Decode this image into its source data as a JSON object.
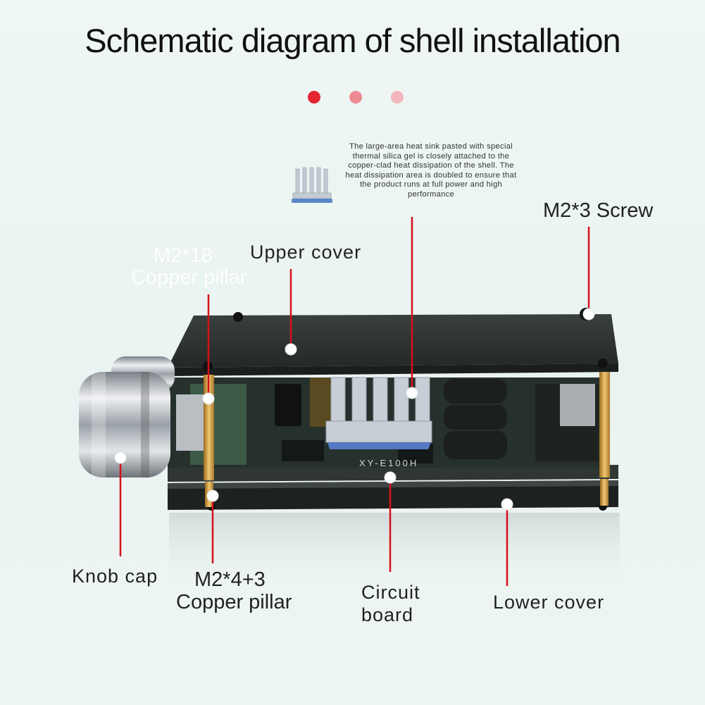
{
  "title": "Schematic diagram of shell installation",
  "dots": [
    "#e4242f",
    "#ee8a93",
    "#f3b7bd"
  ],
  "heat_sink_note": "The large-area heat sink pasted with special thermal silica gel is closely attached to the copper-clad heat dissipation of the shell. The heat dissipation area is doubled to ensure that the product runs at full power and high performance",
  "labels": {
    "m2_3_screw": "M2*3 Screw",
    "upper_cover": "Upper cover",
    "m2_18_pillar_line1": "M2*18",
    "m2_18_pillar_line2": "Copper pillar",
    "knob_cap": "Knob cap",
    "m2_4_3_pillar_line1": "M2*4+3",
    "m2_4_3_pillar_line2": "Copper pillar",
    "circuit_board_line1": "Circuit",
    "circuit_board_line2": "board",
    "lower_cover": "Lower cover"
  },
  "board_marking": "XY-E100H",
  "colors": {
    "leader_line": "#d6101d",
    "panel": "#2b312f",
    "brass": "#d9a84a",
    "heatsink": "#c9cfd6",
    "knob": "#c8ccd0"
  }
}
